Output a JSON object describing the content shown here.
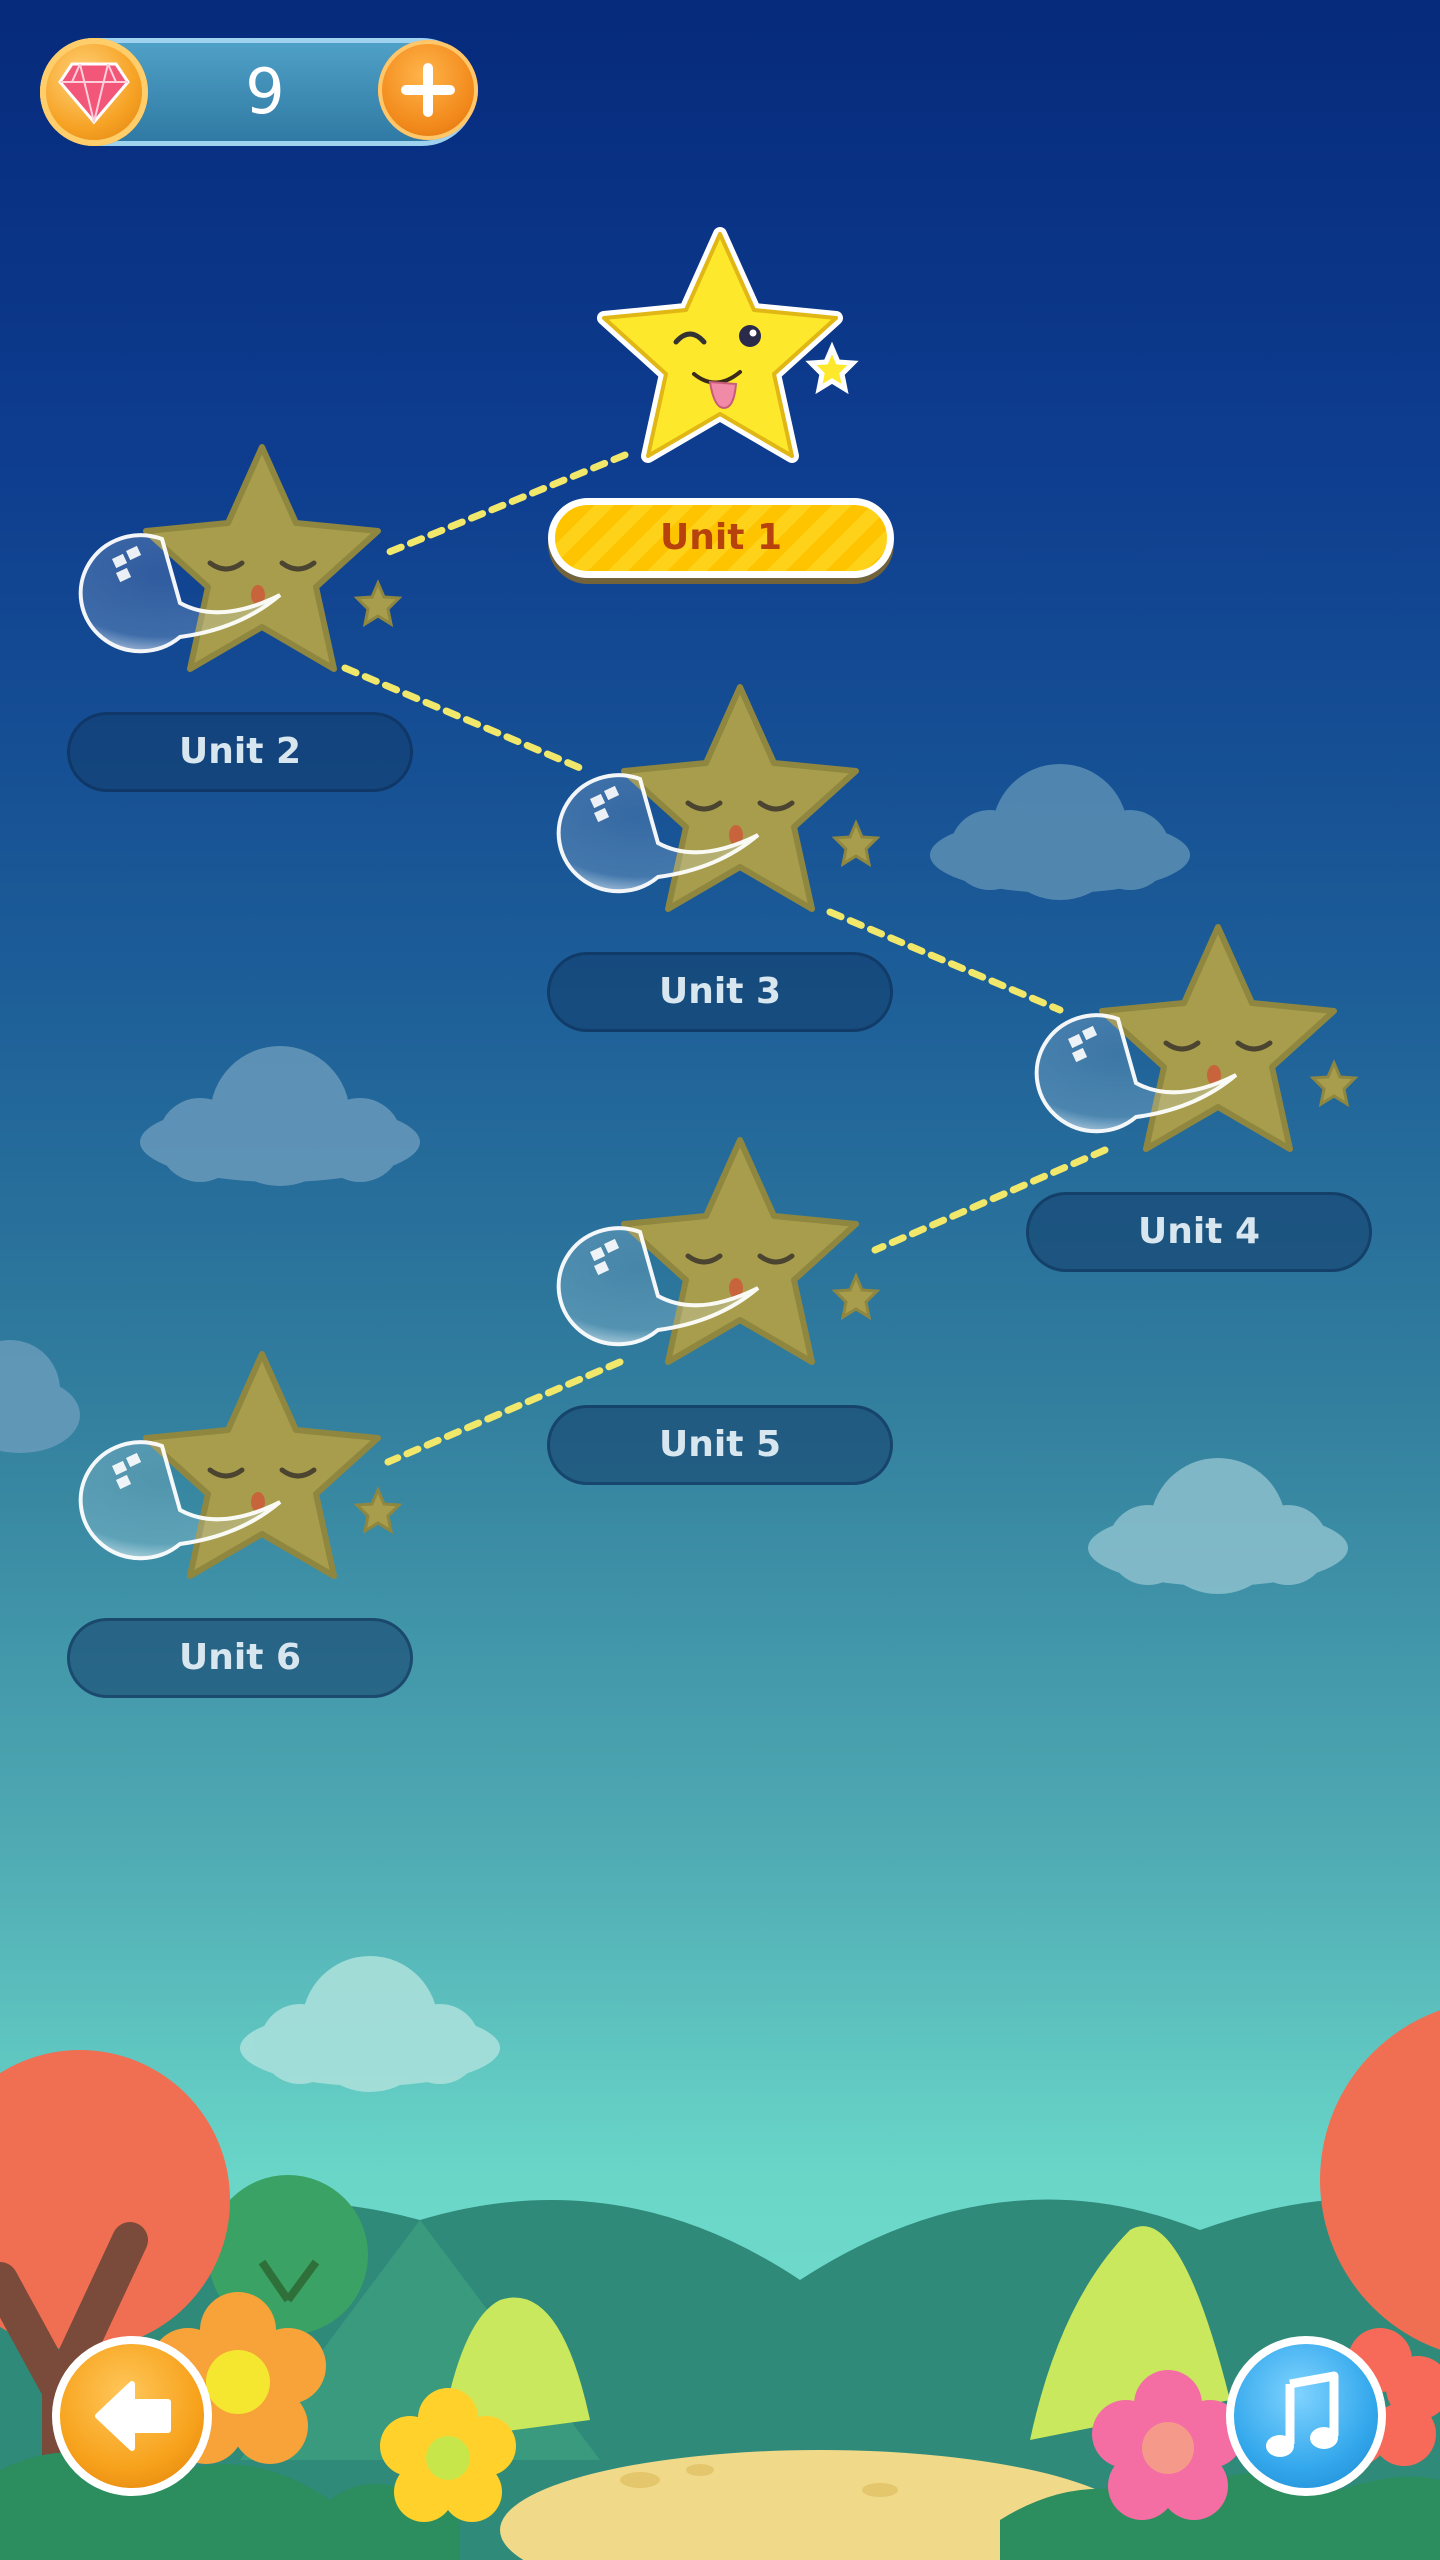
{
  "hud": {
    "gem_icon": "gem-icon",
    "gem_count": "9",
    "add_icon": "plus-icon"
  },
  "units": [
    {
      "label": "Unit 1",
      "state": "unlocked"
    },
    {
      "label": "Unit 2",
      "state": "locked"
    },
    {
      "label": "Unit 3",
      "state": "locked"
    },
    {
      "label": "Unit 4",
      "state": "locked"
    },
    {
      "label": "Unit 5",
      "state": "locked"
    },
    {
      "label": "Unit 6",
      "state": "locked"
    }
  ],
  "controls": {
    "back_icon": "back-arrow-icon",
    "music_icon": "music-note-icon"
  },
  "colors": {
    "sky_top": "#062a7c",
    "sky_bottom": "#7de3cf",
    "active_label": "#ffc400",
    "path_dots": "#f1e86b"
  }
}
